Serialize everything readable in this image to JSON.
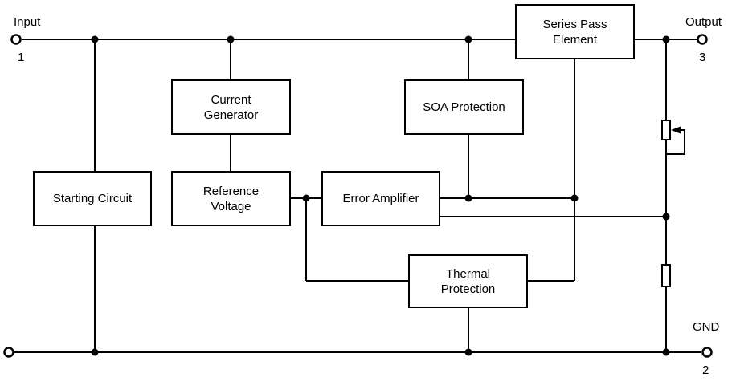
{
  "diagram": {
    "blocks": {
      "series_pass": {
        "lines": [
          "Series Pass",
          "Element"
        ]
      },
      "current_generator": {
        "lines": [
          "Current",
          "Generator"
        ]
      },
      "soa_protection": {
        "lines": [
          "SOA Protection"
        ]
      },
      "starting_circuit": {
        "lines": [
          "Starting Circuit"
        ]
      },
      "reference_voltage": {
        "lines": [
          "Reference",
          "Voltage"
        ]
      },
      "error_amplifier": {
        "lines": [
          "Error Amplifier"
        ]
      },
      "thermal_protection": {
        "lines": [
          "Thermal",
          "Protection"
        ]
      }
    },
    "terminals": {
      "input": {
        "label": "Input",
        "pin": "1"
      },
      "output": {
        "label": "Output",
        "pin": "3"
      },
      "gnd": {
        "label": "GND",
        "pin": "2"
      }
    },
    "symbols": {
      "potentiometer": "potentiometer-with-wiper-arrow",
      "resistor": "resistor"
    },
    "colors": {
      "line": "#000000",
      "background": "#ffffff",
      "text": "#000000"
    }
  }
}
